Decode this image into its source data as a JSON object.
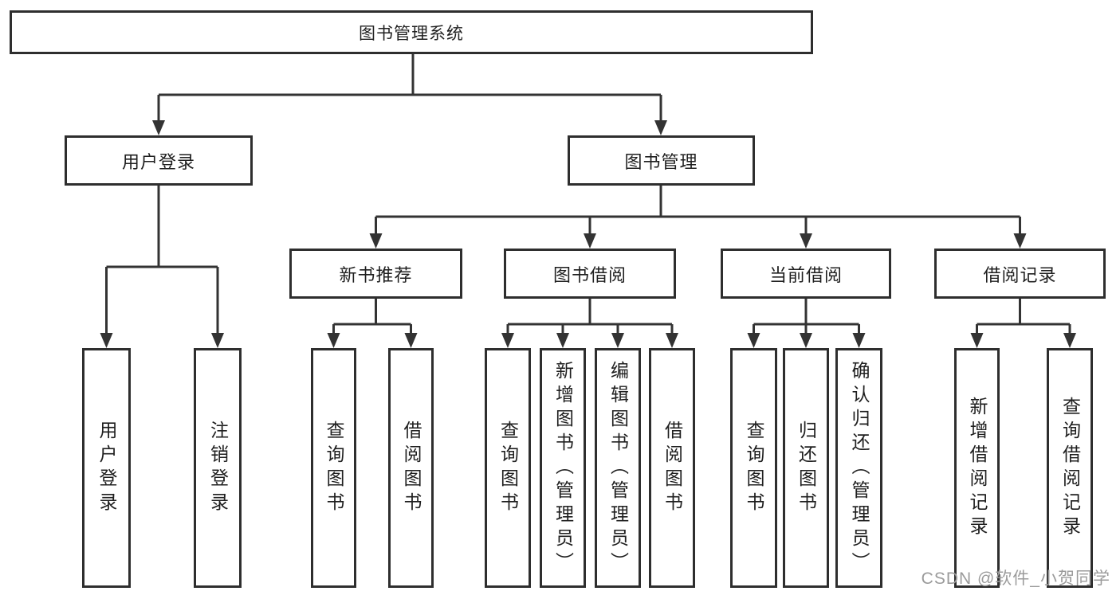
{
  "tree": {
    "label": "图书管理系统",
    "children": [
      {
        "label": "用户登录",
        "children": [
          {
            "label": "用户登录"
          },
          {
            "label": "注销登录"
          }
        ]
      },
      {
        "label": "图书管理",
        "children": [
          {
            "label": "新书推荐",
            "children": [
              {
                "label": "查询图书"
              },
              {
                "label": "借阅图书"
              }
            ]
          },
          {
            "label": "图书借阅",
            "children": [
              {
                "label": "查询图书"
              },
              {
                "label": "新增图书（管理员）"
              },
              {
                "label": "编辑图书（管理员）"
              },
              {
                "label": "借阅图书"
              }
            ]
          },
          {
            "label": "当前借阅",
            "children": [
              {
                "label": "查询图书"
              },
              {
                "label": "归还图书"
              },
              {
                "label": "确认归还（管理员）"
              }
            ]
          },
          {
            "label": "借阅记录",
            "children": [
              {
                "label": "新增借阅记录"
              },
              {
                "label": "查询借阅记录"
              }
            ]
          }
        ]
      }
    ]
  },
  "watermark": {
    "text": "CSDN @软件_小贺同学"
  },
  "colors": {
    "line": "#333333",
    "box_border": "#2e2e2e",
    "text": "#1f1f1f",
    "watermark": "#9b9b9b",
    "background": "#ffffff"
  }
}
